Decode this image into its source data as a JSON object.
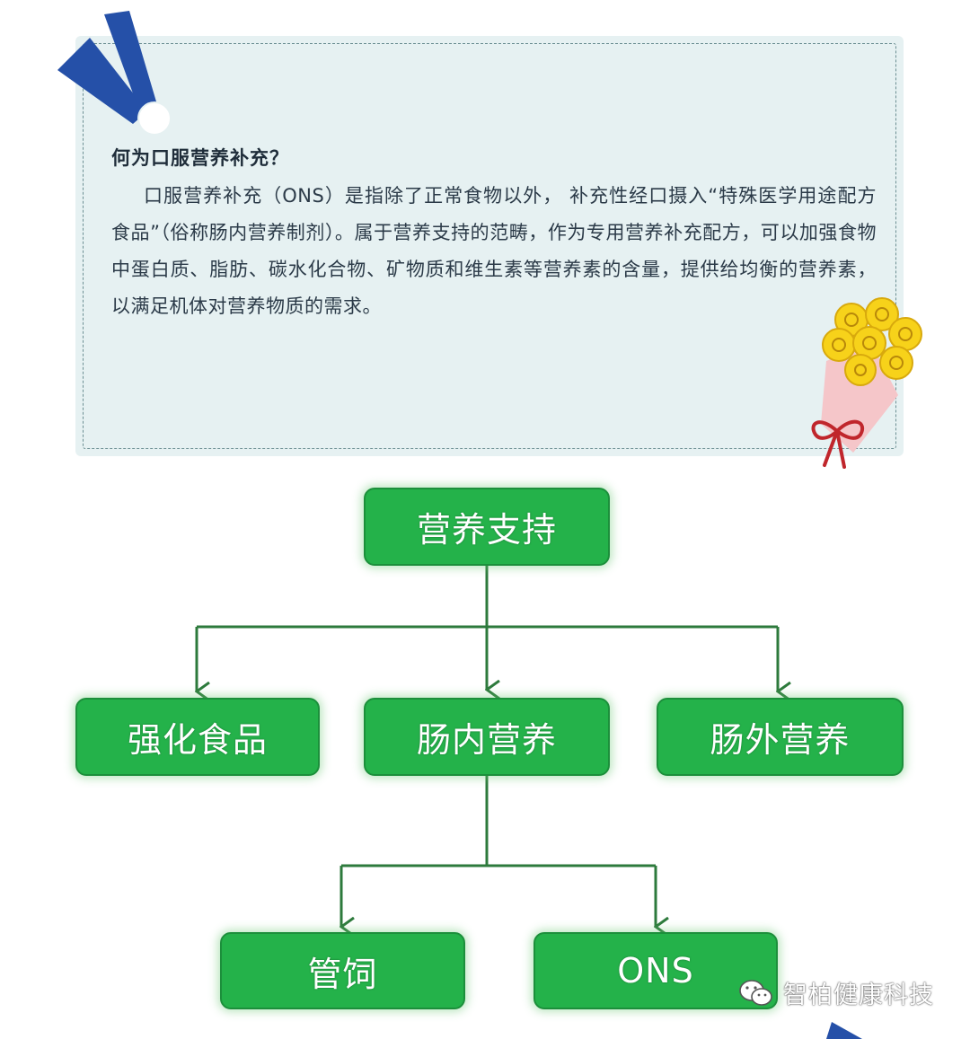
{
  "card": {
    "title": "何为口服营养补充？",
    "body": "口服营养补充（ONS）是指除了正常食物以外， 补充性经口摄入“特殊医学用途配方食品”（俗称肠内营养制剂）。属于营养支持的范畴，作为专用营养补充配方，可以加强食物中蛋白质、脂肪、碳水化合物、矿物质和维生素等营养素的含量，提供给均衡的营养素，以满足机体对营养物质的需求。"
  },
  "tree": {
    "root": "营养支持",
    "level1": [
      "强化食品",
      "肠内营养",
      "肠外营养"
    ],
    "level2": [
      "管饲",
      "ONS"
    ]
  },
  "watermark": {
    "text": "智柏健康科技"
  },
  "colors": {
    "node_fill": "#24b24a",
    "connector": "#2d7a3c",
    "card_bg": "#e6f1f2",
    "accent_blue": "#2550a8"
  }
}
